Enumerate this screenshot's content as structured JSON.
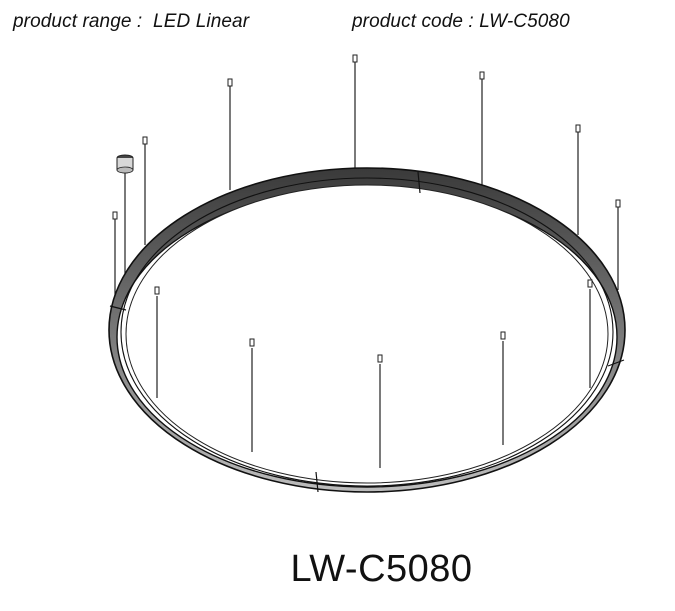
{
  "header": {
    "product_range": "product range :  LED Linear",
    "product_code": "product code : LW-C5080"
  },
  "model_label": "LW-C5080",
  "colors": {
    "ink": "#111111",
    "ring_shade": "#555555",
    "background": "#ffffff"
  },
  "illustration": {
    "subject": "circular LED linear pendant luminaire",
    "ring_segments": 4,
    "suspension_cables": 12,
    "power_canopy_icon": "ceiling-canopy"
  }
}
